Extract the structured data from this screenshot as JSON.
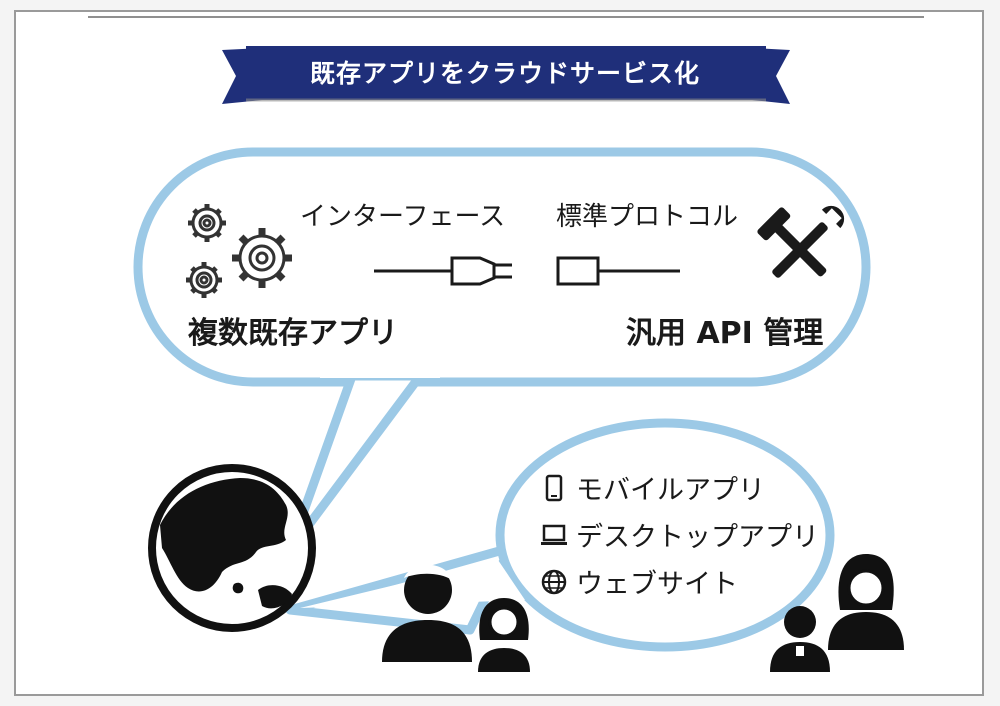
{
  "title": "既存アプリをクラウドサービス化",
  "top_bubble": {
    "interface_label": "インターフェース",
    "protocol_label": "標準プロトコル",
    "apps_label": "複数既存アプリ",
    "api_label": "汎用 API 管理",
    "left_icon": "gears-icon",
    "right_icon": "tools-icon"
  },
  "client_bubble": {
    "items": [
      {
        "icon": "smartphone-icon",
        "label": "モバイルアプリ"
      },
      {
        "icon": "laptop-icon",
        "label": "デスクトップアプリ"
      },
      {
        "icon": "globe-icon",
        "label": "ウェブサイト"
      }
    ]
  },
  "colors": {
    "banner": "#1f2f7a",
    "bubble_stroke": "#9cc9e6",
    "ink": "#1a1a1a"
  }
}
